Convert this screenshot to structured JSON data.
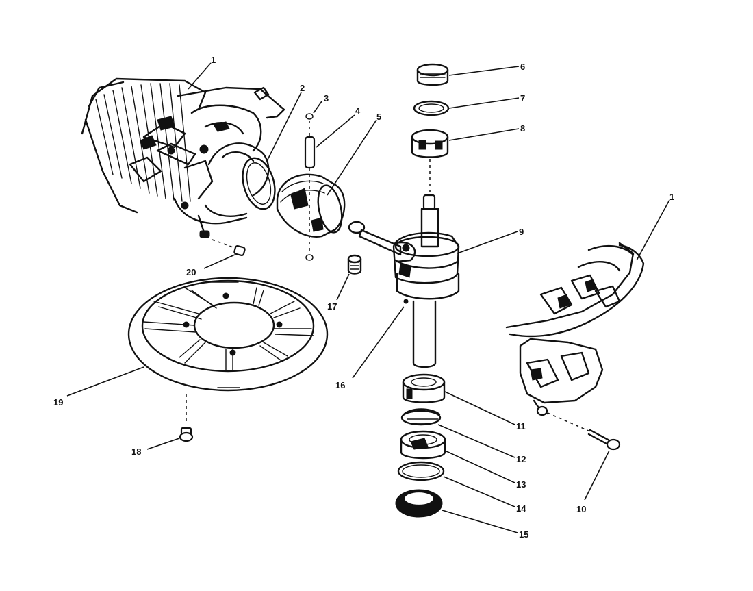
{
  "callouts": [
    {
      "id": "1a",
      "label": "1"
    },
    {
      "id": "2",
      "label": "2"
    },
    {
      "id": "3",
      "label": "3"
    },
    {
      "id": "4",
      "label": "4"
    },
    {
      "id": "5",
      "label": "5"
    },
    {
      "id": "6",
      "label": "6"
    },
    {
      "id": "7",
      "label": "7"
    },
    {
      "id": "8",
      "label": "8"
    },
    {
      "id": "9",
      "label": "9"
    },
    {
      "id": "1b",
      "label": "1"
    },
    {
      "id": "10",
      "label": "10"
    },
    {
      "id": "11",
      "label": "11"
    },
    {
      "id": "12",
      "label": "12"
    },
    {
      "id": "13",
      "label": "13"
    },
    {
      "id": "14",
      "label": "14"
    },
    {
      "id": "15",
      "label": "15"
    },
    {
      "id": "16",
      "label": "16"
    },
    {
      "id": "17",
      "label": "17"
    },
    {
      "id": "18",
      "label": "18"
    },
    {
      "id": "19",
      "label": "19"
    },
    {
      "id": "20",
      "label": "20"
    }
  ]
}
